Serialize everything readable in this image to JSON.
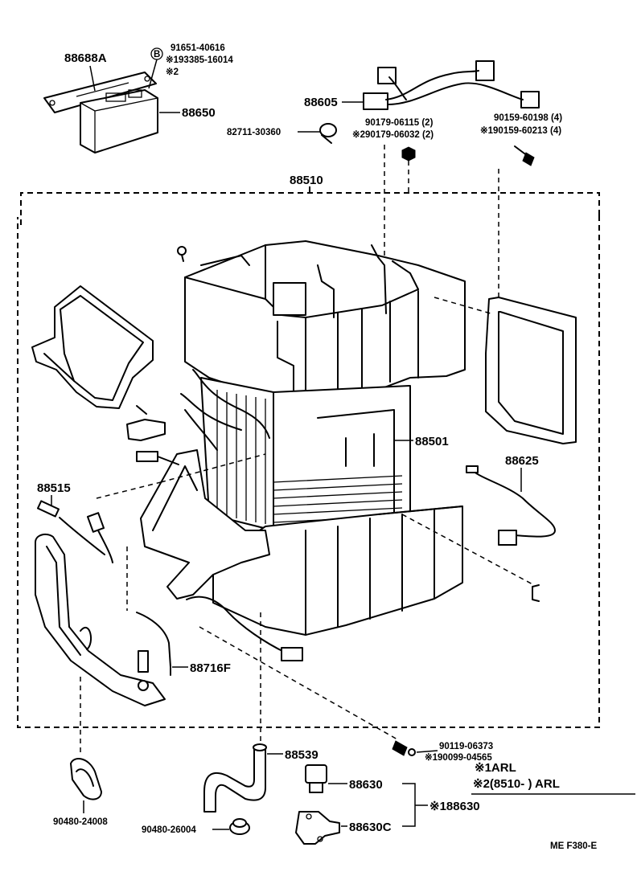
{
  "labels": {
    "p88688A": "88688A",
    "p91651": "91651-40616",
    "p93385": "※193385-16014",
    "star2": "※2",
    "markB": "B",
    "p88650": "88650",
    "p88605": "88605",
    "p82711": "82711-30360",
    "p90179a": "90179-06115 (2)",
    "p90179b": "※290179-06032 (2)",
    "p90159a": "90159-60198 (4)",
    "p90159b": "※190159-60213 (4)",
    "p88510": "88510",
    "p88501": "88501",
    "p88625": "88625",
    "p88515": "88515",
    "p88716F": "88716F",
    "p90119": "90119-06373",
    "p90099": "※190099-04565",
    "p88539": "88539",
    "p88630": "88630",
    "p88630C": "88630C",
    "p188630": "※188630",
    "p90480a": "90480-24008",
    "p90480b": "90480-26004",
    "note1": "※1ARL",
    "note2": "※2(8510-        ) ARL",
    "footer": "ME  F380-E"
  }
}
